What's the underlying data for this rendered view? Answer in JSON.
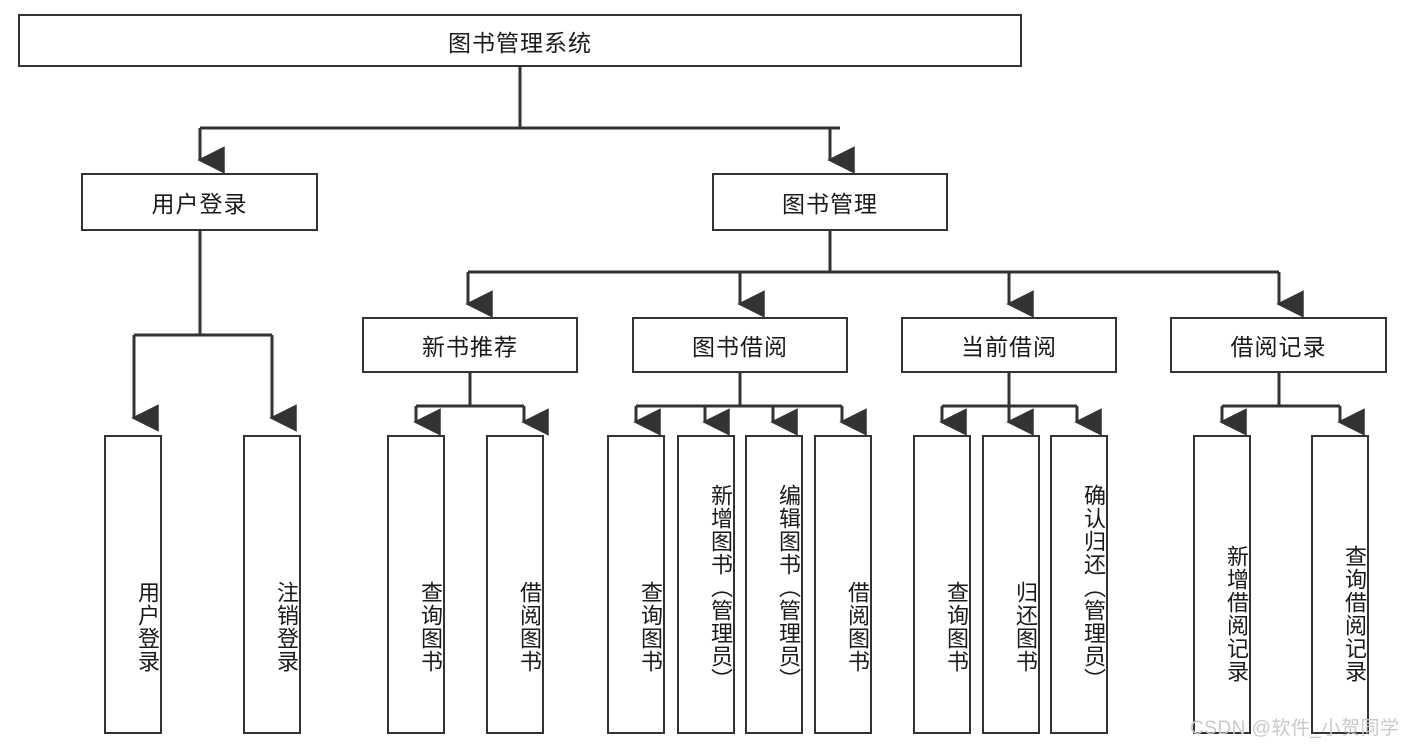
{
  "diagram": {
    "title": "图书管理系统",
    "type": "hierarchy-tree",
    "root": {
      "label": "图书管理系统",
      "children": [
        {
          "label": "用户登录",
          "children": [
            {
              "label": "用户登录"
            },
            {
              "label": "注销登录"
            }
          ]
        },
        {
          "label": "图书管理",
          "children": [
            {
              "label": "新书推荐",
              "children": [
                {
                  "label": "查询图书"
                },
                {
                  "label": "借阅图书"
                }
              ]
            },
            {
              "label": "图书借阅",
              "children": [
                {
                  "label": "查询图书"
                },
                {
                  "label": "新增图书（管理员）"
                },
                {
                  "label": "编辑图书（管理员）"
                },
                {
                  "label": "借阅图书"
                }
              ]
            },
            {
              "label": "当前借阅",
              "children": [
                {
                  "label": "查询图书"
                },
                {
                  "label": "归还图书"
                },
                {
                  "label": "确认归还（管理员）"
                }
              ]
            },
            {
              "label": "借阅记录",
              "children": [
                {
                  "label": "新增借阅记录"
                },
                {
                  "label": "查询借阅记录"
                }
              ]
            }
          ]
        }
      ]
    },
    "nodes": {
      "root": "图书管理系统",
      "level1": {
        "user_login": "用户登录",
        "book_manage": "图书管理"
      },
      "level2": {
        "new_book_rec": "新书推荐",
        "book_borrow": "图书借阅",
        "current_borrow": "当前借阅",
        "borrow_record": "借阅记录"
      },
      "leaves": {
        "user_login_1": "用户登录",
        "user_login_2": "注销登录",
        "new_book_1": "查询图书",
        "new_book_2": "借阅图书",
        "borrow_1": "查询图书",
        "borrow_2": "新增图书（管理员）",
        "borrow_3": "编辑图书（管理员）",
        "borrow_4": "借阅图书",
        "current_1": "查询图书",
        "current_2": "归还图书",
        "current_3": "确认归还（管理员）",
        "record_1": "新增借阅记录",
        "record_2": "查询借阅记录"
      }
    },
    "colors": {
      "stroke": "#333333",
      "fill": "#ffffff",
      "text": "#1a1a1a",
      "watermark": "#c9c9c9"
    }
  },
  "watermark": {
    "text": "CSDN @软件_小贺同学"
  }
}
